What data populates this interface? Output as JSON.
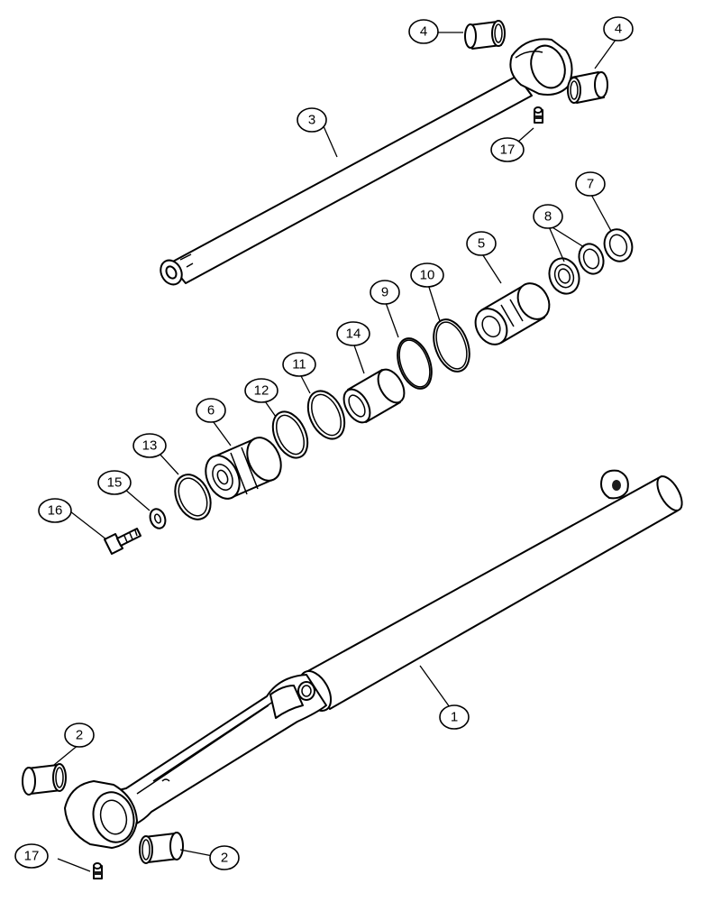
{
  "diagram": {
    "callouts": [
      {
        "id": "c1",
        "label": "1"
      },
      {
        "id": "c2a",
        "label": "2"
      },
      {
        "id": "c2b",
        "label": "2"
      },
      {
        "id": "c3",
        "label": "3"
      },
      {
        "id": "c4a",
        "label": "4"
      },
      {
        "id": "c4b",
        "label": "4"
      },
      {
        "id": "c5",
        "label": "5"
      },
      {
        "id": "c6",
        "label": "6"
      },
      {
        "id": "c7",
        "label": "7"
      },
      {
        "id": "c8",
        "label": "8"
      },
      {
        "id": "c9",
        "label": "9"
      },
      {
        "id": "c10",
        "label": "10"
      },
      {
        "id": "c11",
        "label": "11"
      },
      {
        "id": "c12",
        "label": "12"
      },
      {
        "id": "c13",
        "label": "13"
      },
      {
        "id": "c14",
        "label": "14"
      },
      {
        "id": "c15",
        "label": "15"
      },
      {
        "id": "c16",
        "label": "16"
      },
      {
        "id": "c17a",
        "label": "17"
      },
      {
        "id": "c17b",
        "label": "17"
      }
    ]
  }
}
